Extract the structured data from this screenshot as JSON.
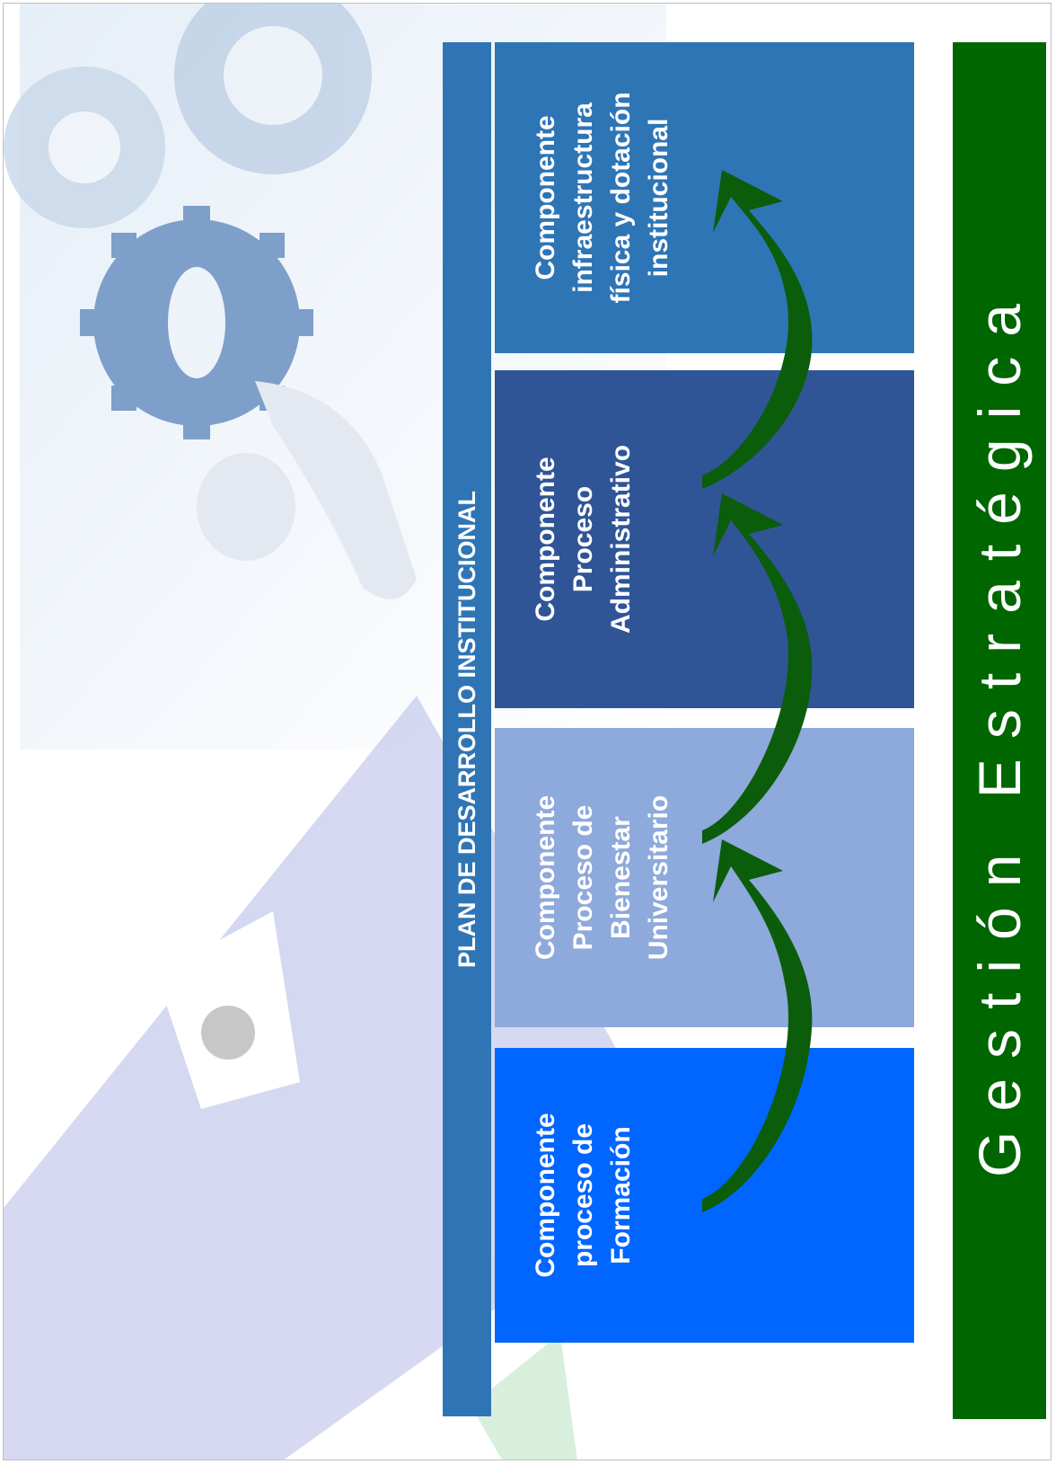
{
  "header": {
    "title": "PLAN DE DESARROLLO INSTITUCIONAL"
  },
  "components": [
    {
      "lines": [
        "Componente",
        "proceso de",
        "Formación"
      ],
      "color": "#0066ff"
    },
    {
      "lines": [
        "Componente",
        "Proceso de",
        "Bienestar",
        "Universitario"
      ],
      "color": "#8ea9db"
    },
    {
      "lines": [
        "Componente",
        "Proceso",
        "Administrativo"
      ],
      "color": "#2f5597"
    },
    {
      "lines": [
        "Componente",
        "infraestructura",
        "física y dotación",
        "institucional"
      ],
      "color": "#2e75b6"
    }
  ],
  "footer": {
    "label": "Gestión Estratégica",
    "color": "#006600"
  },
  "arrow_color": "#0b5d0b"
}
